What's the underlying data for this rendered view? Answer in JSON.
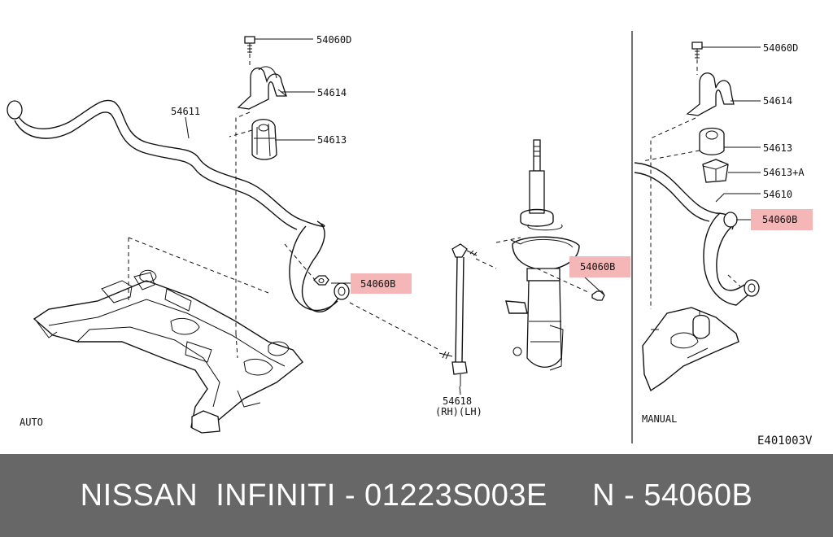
{
  "diagram": {
    "labels": {
      "bolt_left": "54060D",
      "bracket_left": "54614",
      "bushing_left": "54613",
      "bar_left": "54611",
      "nut_left": "54060B",
      "link_part": "54618",
      "link_side": "(RH)(LH)",
      "nut_strut": "54060B",
      "bolt_right": "54060D",
      "bracket_right": "54614",
      "bushing_right": "54613",
      "bushing_right_a": "54613+A",
      "bar_right": "54610",
      "nut_right": "54060B",
      "variant_auto": "AUTO",
      "variant_manual": "MANUAL",
      "diagram_code": "E401003V"
    },
    "highlight_color": "#f4b6b6"
  },
  "footer": {
    "caption": "NISSAN  INFINITI - 01223S003E     N - 54060B"
  }
}
